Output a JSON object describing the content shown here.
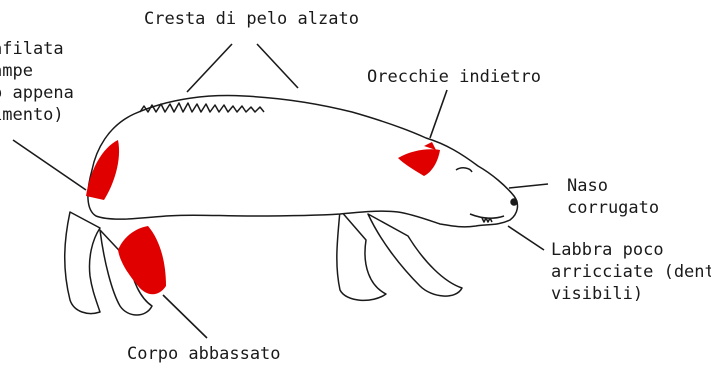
{
  "labels": {
    "title": "Cresta di pelo alzato",
    "ears": "Orecchie indietro",
    "nose": [
      "Naso",
      "corrugato"
    ],
    "lips": [
      "Labbra poco",
      "arricciate (denti",
      "visibili)"
    ],
    "tail": [
      "afilata",
      "ampe",
      "o appena",
      "imento)"
    ],
    "body": "Corpo abbassato"
  },
  "colors": {
    "highlight": "#e00000",
    "ink": "#1a1a1a"
  }
}
